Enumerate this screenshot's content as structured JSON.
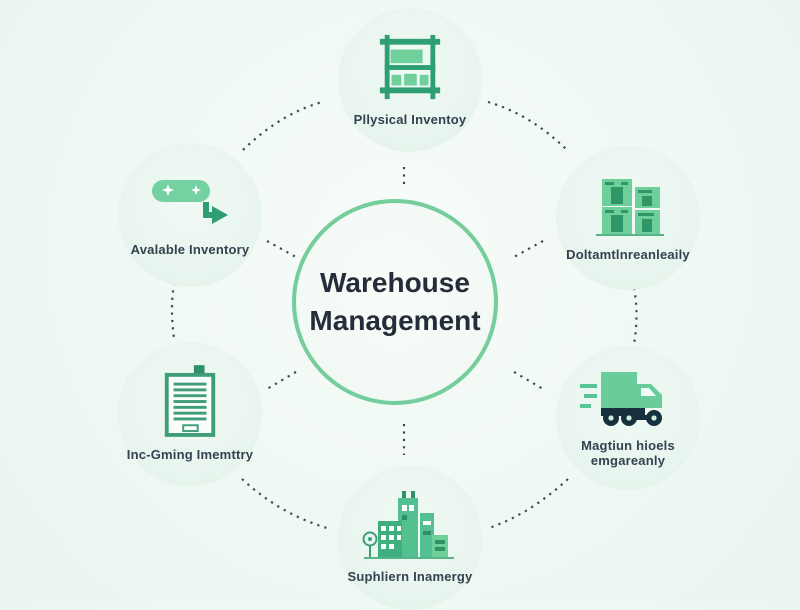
{
  "center": {
    "title_line1": "Warehouse",
    "title_line2": "Management"
  },
  "nodes": [
    {
      "id": "physical-inventory",
      "label": "Pllysical Inventoy",
      "icon": "shelf-rack-icon"
    },
    {
      "id": "available-inventory",
      "label": "Avalable Inventory",
      "icon": "pill-arrow-icon"
    },
    {
      "id": "documented-inventory",
      "label": "Doltamtlnreanleaily",
      "icon": "stacked-boxes-icon"
    },
    {
      "id": "incoming-inventory",
      "label": "Inc-Gming Imemttry",
      "icon": "document-icon"
    },
    {
      "id": "shipping-trucks",
      "label": "Magtiun hioels",
      "label2": "emgareanly",
      "icon": "delivery-truck-icon"
    },
    {
      "id": "supplier-inventory",
      "label": "Suphliern Inamergy",
      "icon": "factory-icon"
    }
  ],
  "colors": {
    "accent_green_dark": "#2E9E74",
    "accent_green_light": "#6FCF9B",
    "center_ring_green": "#74CD9B",
    "label_text": "#34414F",
    "center_text": "#242D39",
    "connector_dot": "#3D4A54",
    "truck_chassis_dark": "#16313D",
    "background_mint": "#EFF8F3"
  }
}
